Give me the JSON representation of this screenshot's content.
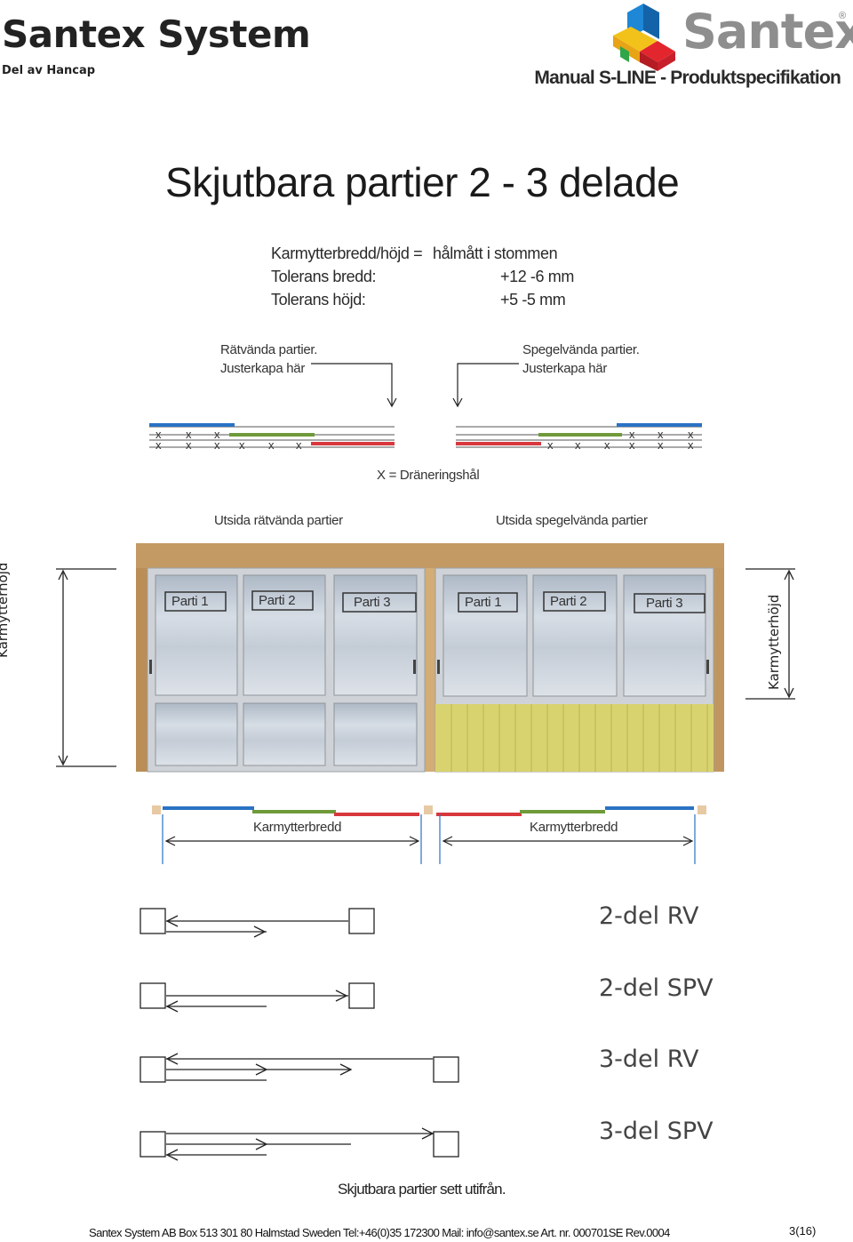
{
  "header": {
    "company": "Santex System",
    "subtitle": "Del av Hancap",
    "logo_text": "Santex",
    "logo_registered": "®",
    "manual_title": "Manual S-LINE - Produktspecifikation"
  },
  "page_title": "Skjutbara partier  2 - 3 delade",
  "specs": [
    {
      "label": "Karmytterbredd/höjd =",
      "value": "hålmått i stommen"
    },
    {
      "label": "Tolerans bredd:",
      "value": "+12 -6 mm"
    },
    {
      "label": "Tolerans höjd:",
      "value": "+5   -5 mm"
    }
  ],
  "profile_labels": {
    "left_line1": "Rätvända partier.",
    "left_line2": "Justerkapa här",
    "right_line1": "Spegelvända partier.",
    "right_line2": "Justerkapa här",
    "drain_legend": "X = Dräneringshål",
    "drain_mark": "x"
  },
  "view_captions": {
    "left": "Utsida rätvända partier",
    "right": "Utsida spegelvända partier"
  },
  "panels": [
    "Parti 1",
    "Parti 2",
    "Parti 3",
    "Parti 1",
    "Parti 2",
    "Parti 3"
  ],
  "dimension_labels": {
    "height_left": "Karmytterhöjd",
    "height_right": "Karmytterhöjd",
    "width_left": "Karmytterbredd",
    "width_right": "Karmytterbredd"
  },
  "variants": [
    "2-del RV",
    "2-del SPV",
    "3-del RV",
    "3-del SPV"
  ],
  "bottom_caption": "Skjutbara partier sett utifrån.",
  "footer": {
    "address": "Santex System AB Box 513 301 80 Halmstad Sweden Tel:+46(0)35 172300 Mail: info@santex.se  Art. nr. 000701SE Rev.0004",
    "page": "3(16)"
  },
  "colors": {
    "profile_blue": "#2a72c4",
    "profile_green": "#6f9a3a",
    "profile_red": "#d8383d",
    "wood": "#c9a26a",
    "cladding": "#d9d36f",
    "glass": "#c6d0dc",
    "frame": "#d0d2d4"
  },
  "icons": [
    "santex-logo-icon",
    "drain-hole-icon",
    "dimension-arrow-icon"
  ]
}
